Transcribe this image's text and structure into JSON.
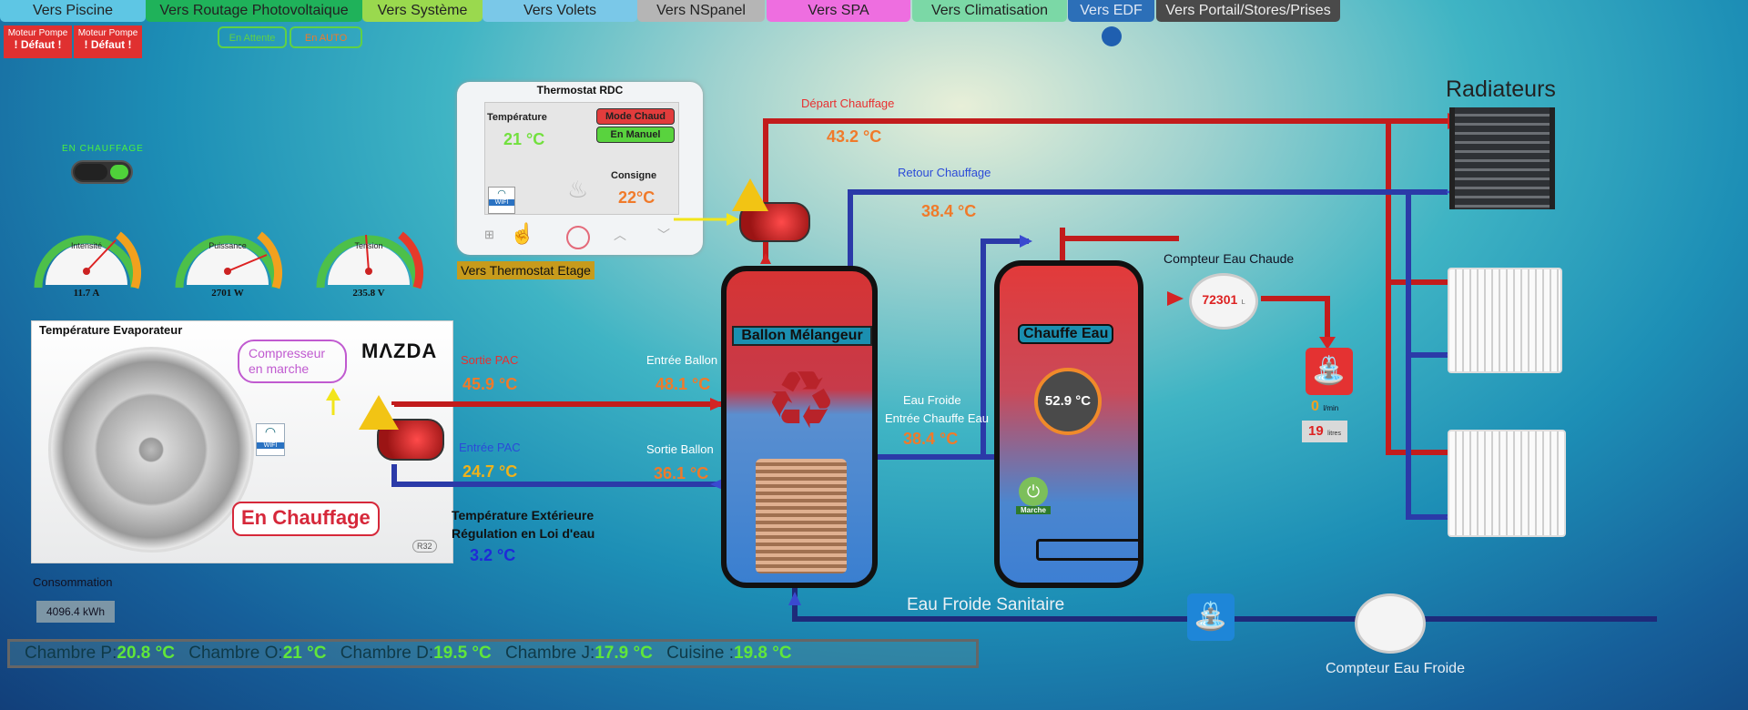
{
  "nav": [
    {
      "label": "Vers Piscine",
      "color": "#5ec6e4"
    },
    {
      "label": "Vers Routage Photovoltaique",
      "color": "#1fb25a"
    },
    {
      "label": "Vers Système",
      "color": "#9ad94e"
    },
    {
      "label": "Vers Volets",
      "color": "#7ac8e8"
    },
    {
      "label": "Vers NSpanel",
      "color": "#b5b5b5"
    },
    {
      "label": "Vers SPA",
      "color": "#ee6ee0"
    },
    {
      "label": "Vers Climatisation",
      "color": "#7bd8a6"
    },
    {
      "label": "Vers EDF",
      "color": "#2c6fb8"
    },
    {
      "label": "Vers Portail/Stores/Prises",
      "color": "#4a4a4a"
    }
  ],
  "alarms": [
    {
      "line1": "Moteur Pompe",
      "line2": "! Défaut !"
    },
    {
      "line1": "Moteur Pompe",
      "line2": "! Défaut !"
    }
  ],
  "modes": {
    "attente": "En Attente",
    "auto": "En AUTO"
  },
  "chauffage_state": "EN CHAUFFAGE",
  "gauges": {
    "intensite": {
      "label": "Intensité",
      "value": "11.7 A",
      "fraction": 0.73,
      "ticks": [
        "0",
        "2",
        "4",
        "6",
        "8",
        "10",
        "12",
        "14",
        "16",
        "18"
      ]
    },
    "puissance": {
      "label": "Puissance",
      "value": "2701 W",
      "fraction": 0.9,
      "ticks": [
        "0",
        "500",
        "1000",
        "1500",
        "2000",
        "2500",
        "3000",
        "3500"
      ]
    },
    "tension": {
      "label": "Tension",
      "value": "235.8 V",
      "fraction": 0.45,
      "ticks": [
        "205",
        "215",
        "225",
        "235",
        "245",
        "255"
      ]
    }
  },
  "pac": {
    "title": "Température Evaporateur",
    "compressor": "Compresseur en marche",
    "brand": "MΛZDA",
    "status": "En Chauffage",
    "wifi": "WIFI",
    "refrigerant": "R32"
  },
  "consommation": {
    "label": "Consommation",
    "value": "4096.4 kWh"
  },
  "thermostat": {
    "title": "Thermostat RDC",
    "temp_label": "Température",
    "temp": "21 °C",
    "mode": "Mode Chaud",
    "manual": "En Manuel",
    "consigne_label": "Consigne",
    "consigne": "22°C",
    "wifi": "WIFI",
    "link": "Vers Thermostat Etage"
  },
  "flows": {
    "depart_label": "Départ Chauffage",
    "depart": "43.2 °C",
    "retour_label": "Retour Chauffage",
    "retour": "38.4 °C",
    "sortie_pac_label": "Sortie PAC",
    "sortie_pac": "45.9 °C",
    "entree_pac_label": "Entrée PAC",
    "entree_pac": "24.7 °C",
    "entree_ballon_label": "Entrée Ballon",
    "entree_ballon": "48.1 °C",
    "sortie_ballon_label": "Sortie Ballon",
    "sortie_ballon": "36.1 °C",
    "eau_froide_label": "Eau Froide",
    "entree_ce_label": "Entrée Chauffe Eau",
    "entree_ce": "38.4 °C",
    "ext_label1": "Température Extérieure",
    "ext_label2": "Régulation en Loi d'eau",
    "ext": "3.2 °C"
  },
  "ballon": {
    "label": "Ballon Mélangeur"
  },
  "chauffe_eau": {
    "label": "Chauffe Eau",
    "temp": "52.9 °C",
    "button": "Marche"
  },
  "compteur_chaude": {
    "label": "Compteur Eau Chaude",
    "value": "72301",
    "unit": "L"
  },
  "robinet": {
    "flow": "0",
    "flow_unit": "l/min",
    "litres": "19",
    "litres_unit": "litres"
  },
  "radiateurs": {
    "label": "Radiateurs"
  },
  "eau_froide": {
    "label": "Eau Froide Sanitaire",
    "compteur": "Compteur Eau Froide"
  },
  "rooms": [
    {
      "name": "Chambre P:",
      "value": "20.8 °C"
    },
    {
      "name": "Chambre O:",
      "value": "21 °C"
    },
    {
      "name": "Chambre D:",
      "value": "19.5 °C"
    },
    {
      "name": "Chambre J:",
      "value": "17.9 °C"
    },
    {
      "name": "Cuisine :",
      "value": "19.8 °C"
    }
  ]
}
